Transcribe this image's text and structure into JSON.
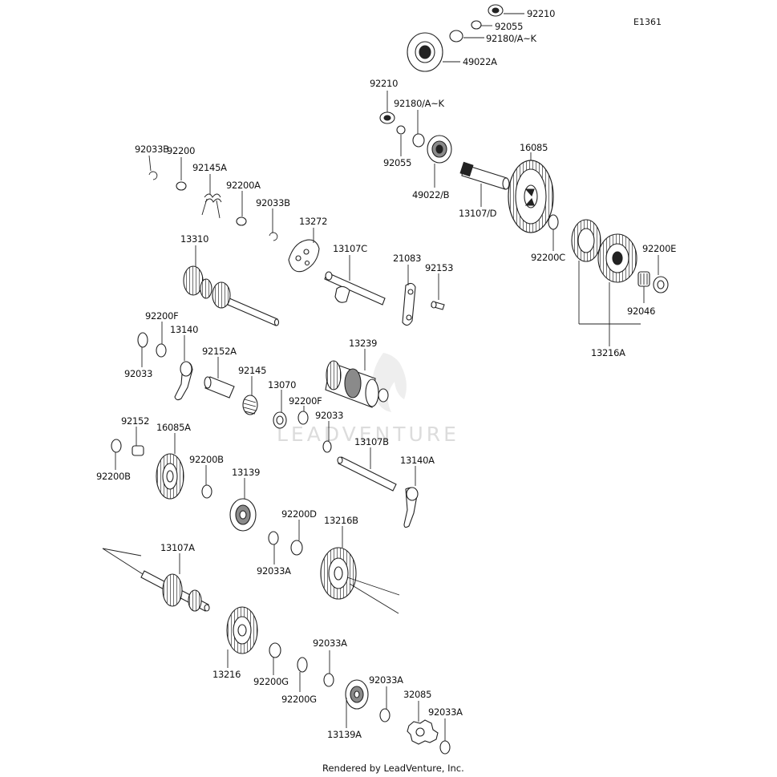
{
  "diagram_code": "E1361",
  "footer": "Rendered by LeadVenture, Inc.",
  "watermark": "LEADVENTURE",
  "labels": {
    "p92210_top": "92210",
    "p92055_top": "92055",
    "p92180_top": "92180/A~K",
    "p49022A": "49022A",
    "p92210": "92210",
    "p92180": "92180/A~K",
    "p92055": "92055",
    "p49022B": "49022/B",
    "p16085": "16085",
    "p13107D": "13107/D",
    "p92033B_1": "92033B",
    "p92200": "92200",
    "p92145A": "92145A",
    "p92200A": "92200A",
    "p92033B_2": "92033B",
    "p13272": "13272",
    "p13310": "13310",
    "p13107C": "13107C",
    "p21083": "21083",
    "p92153": "92153",
    "p92200C": "92200C",
    "p92200E": "92200E",
    "p92046": "92046",
    "p13216A": "13216A",
    "p92200F_1": "92200F",
    "p13140": "13140",
    "p92033_1": "92033",
    "p92152A": "92152A",
    "p92145": "92145",
    "p13239": "13239",
    "p13070": "13070",
    "p92200F_2": "92200F",
    "p92033_2": "92033",
    "p92152": "92152",
    "p16085A": "16085A",
    "p92200B_1": "92200B",
    "p92200B_2": "92200B",
    "p13139": "13139",
    "p13107B": "13107B",
    "p13140A": "13140A",
    "p92200D": "92200D",
    "p92033A_1": "92033A",
    "p13216B": "13216B",
    "p13107A": "13107A",
    "p13216": "13216",
    "p92200G_1": "92200G",
    "p92200G_2": "92200G",
    "p92033A_2": "92033A",
    "p92033A_3": "92033A",
    "p13139A": "13139A",
    "p32085": "32085",
    "p92033A_4": "92033A"
  }
}
